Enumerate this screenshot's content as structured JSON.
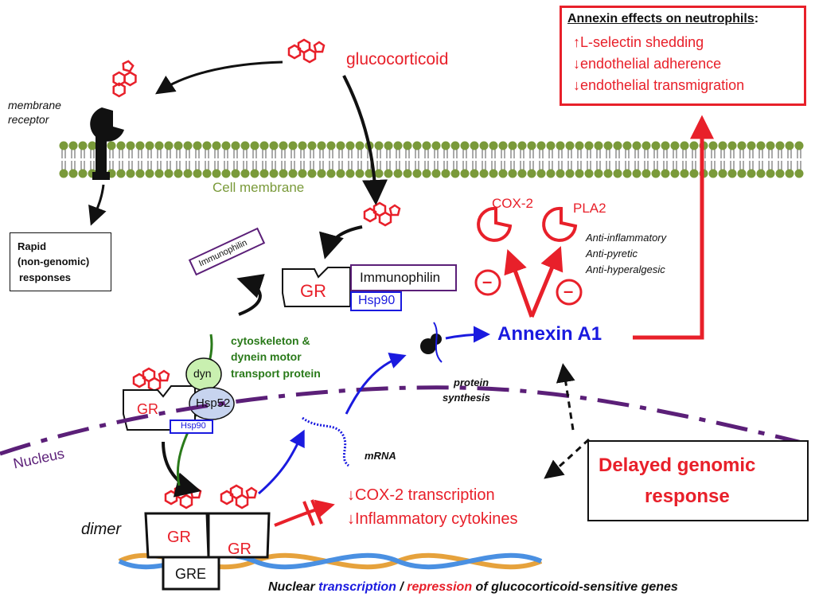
{
  "ligand": {
    "label": "glucocorticoid"
  },
  "membrane": {
    "label": "Cell membrane",
    "receptor_label_1": "membrane",
    "receptor_label_2": "receptor"
  },
  "rapid_box": {
    "line1": "Rapid",
    "line2": "(non-genomic)",
    "line3": "responses"
  },
  "annexin_effects": {
    "title": "Annexin effects on neutrophils",
    "title_suffix": ":",
    "items": [
      {
        "arrow": "↑",
        "text": "L-selectin shedding"
      },
      {
        "arrow": "↓",
        "text": "endothelial adherence"
      },
      {
        "arrow": "↓",
        "text": "endothelial transmigration"
      }
    ]
  },
  "complex": {
    "gr": "GR",
    "immunophilin": "Immunophilin",
    "hsp90": "Hsp90",
    "immunophilin_rotated": "Immunophilin"
  },
  "enzymes": {
    "cox2": "COX-2",
    "pla2": "PLA2",
    "inhibit_symbol": "–"
  },
  "effects": {
    "line1": "Anti-inflammatory",
    "line2": "Anti-pyretic",
    "line3": "Anti-hyperalgesic"
  },
  "annexin": {
    "label": "Annexin A1"
  },
  "transport": {
    "line1": "cytoskeleton &",
    "line2": "dynein motor",
    "line3": "transport protein",
    "dyn": "dyn",
    "hsp52": "Hsp52",
    "hsp90": "Hsp90",
    "gr": "GR"
  },
  "protein_synthesis": {
    "line1": "protein",
    "line2": "synthesis"
  },
  "nucleus": {
    "label": "Nucleus"
  },
  "mrna": {
    "label": "mRNA"
  },
  "delayed": {
    "line1": "Delayed genomic",
    "line2": "response"
  },
  "repression": {
    "arrow": "↓",
    "line1": "COX-2 transcription",
    "line2": "Inflammatory cytokines"
  },
  "dimer": {
    "label": "dimer",
    "gr1": "GR",
    "gr2": "GR",
    "gre": "GRE"
  },
  "footer": {
    "part1": "Nuclear ",
    "transcription": "transcription",
    "sep": " / ",
    "repression": "repression",
    "part2": " of glucocorticoid-sensitive genes"
  },
  "colors": {
    "red": "#e8202a",
    "blue": "#1a1adf",
    "purple": "#5b1f78",
    "green": "#2a7a1a",
    "membrane_green": "#7a9a3a",
    "black": "#111111"
  }
}
